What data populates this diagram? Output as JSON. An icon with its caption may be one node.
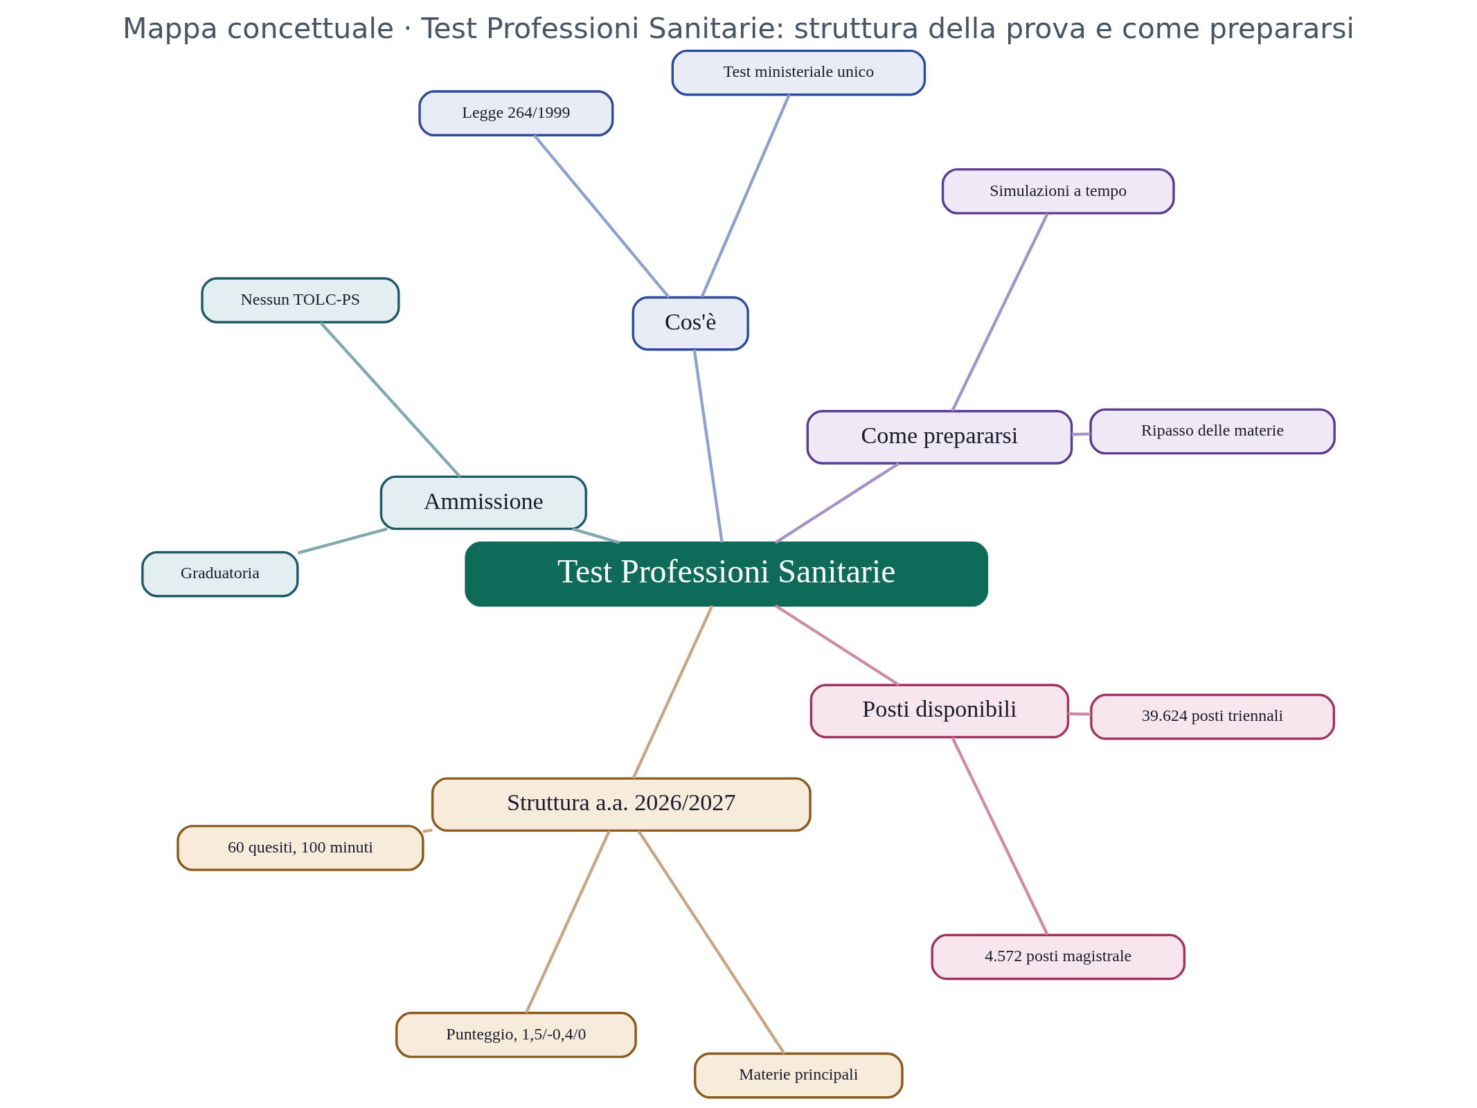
{
  "diagram": {
    "title": "Mappa concettuale · Test Professioni Sanitarie: struttura della prova e come prepararsi",
    "nodes": [
      {
        "text": [
          "Test Professioni Sanitarie"
        ]
      },
      {
        "text": [
          "Come prepararsi"
        ]
      },
      {
        "text": [
          "Ripasso delle materie"
        ]
      },
      {
        "text": [
          "Simulazioni a tempo"
        ]
      },
      {
        "text": [
          "Cos'è"
        ]
      },
      {
        "text": [
          "Test ministeriale unico"
        ]
      },
      {
        "text": [
          "Legge 264/1999"
        ]
      },
      {
        "text": [
          "Ammissione"
        ]
      },
      {
        "text": [
          "Nessun TOLC-PS"
        ]
      },
      {
        "text": [
          "Graduatoria"
        ]
      },
      {
        "text": [
          "Struttura a.a. 2026/2027"
        ]
      },
      {
        "text": [
          "60 quesiti, 100 minuti"
        ]
      },
      {
        "text": [
          "Punteggio, 1,5/-0,4/0"
        ]
      },
      {
        "text": [
          "Materie principali"
        ]
      },
      {
        "text": [
          "Posti disponibili"
        ]
      },
      {
        "text": [
          "4.572 posti magistrale"
        ]
      },
      {
        "text": [
          "39.624 posti triennali"
        ]
      }
    ],
    "edges": [
      {
        "from": 0,
        "to": 1,
        "arrow": "none",
        "color": "#a393c9"
      },
      {
        "from": 1,
        "to": 2,
        "arrow": "none",
        "color": "#a393c9"
      },
      {
        "from": 1,
        "to": 3,
        "arrow": "none",
        "color": "#a393c9"
      },
      {
        "from": 0,
        "to": 4,
        "arrow": "none",
        "color": "#8ea0d2"
      },
      {
        "from": 4,
        "to": 5,
        "arrow": "none",
        "color": "#8ea0d2"
      },
      {
        "from": 4,
        "to": 6,
        "arrow": "none",
        "color": "#8ea0d2"
      },
      {
        "from": 0,
        "to": 7,
        "arrow": "none",
        "color": "#7fa8b1"
      },
      {
        "from": 7,
        "to": 8,
        "arrow": "none",
        "color": "#7fa8b1"
      },
      {
        "from": 7,
        "to": 9,
        "arrow": "none",
        "color": "#7fa8b1"
      },
      {
        "from": 0,
        "to": 10,
        "arrow": "none",
        "color": "#c9a584"
      },
      {
        "from": 10,
        "to": 11,
        "arrow": "none",
        "color": "#c9a584"
      },
      {
        "from": 10,
        "to": 12,
        "arrow": "none",
        "color": "#c9a584"
      },
      {
        "from": 10,
        "to": 13,
        "arrow": "none",
        "color": "#c9a584"
      },
      {
        "from": 0,
        "to": 14,
        "arrow": "none",
        "color": "#d08aa6"
      },
      {
        "from": 14,
        "to": 15,
        "arrow": "none",
        "color": "#d08aa6"
      },
      {
        "from": 14,
        "to": 16,
        "arrow": "none",
        "color": "#d08aa6"
      }
    ]
  }
}
